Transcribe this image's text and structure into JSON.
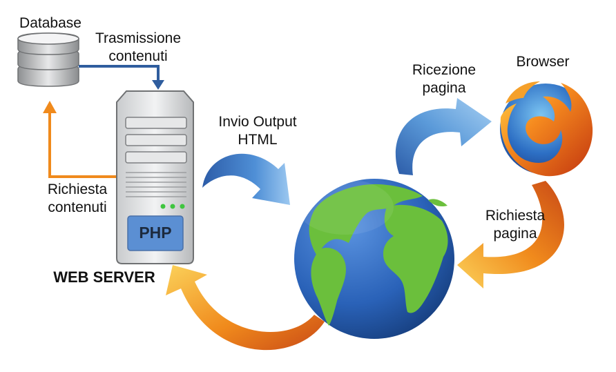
{
  "labels": {
    "database": "Database",
    "transmission": [
      "Trasmissione",
      "contenuti"
    ],
    "request_content": [
      "Richiesta",
      "contenuti"
    ],
    "web_server": "WEB SERVER",
    "php": "PHP",
    "output": [
      "Invio Output",
      "HTML"
    ],
    "receive_page": [
      "Ricezione",
      "pagina"
    ],
    "browser": "Browser",
    "request_page": [
      "Richiesta",
      "pagina"
    ]
  },
  "colors": {
    "flow_blue": "#2f5d9e",
    "flow_orange": "#f08a1c",
    "server_panel": "#5b8fd3",
    "ocean": "#2a62b8",
    "land": "#6bbf3c"
  },
  "icons": {
    "database": "database-stack-icon",
    "server": "server-tower-icon",
    "globe": "globe-icon",
    "browser": "firefox-logo-icon"
  }
}
